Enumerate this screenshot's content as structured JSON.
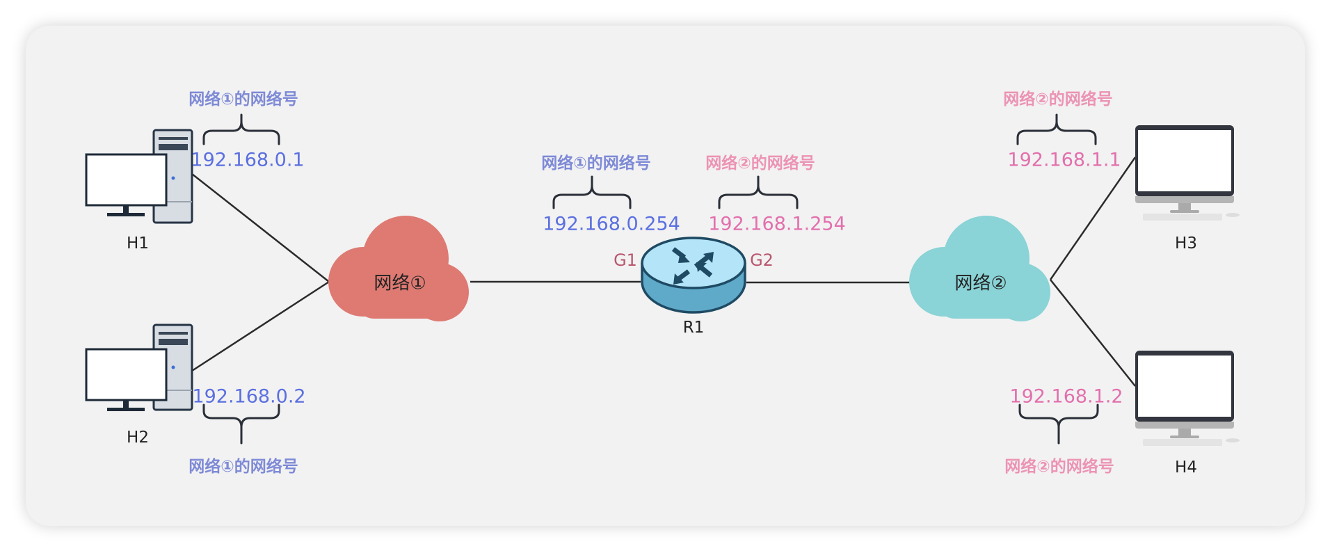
{
  "hosts": {
    "h1": "H1",
    "h2": "H2",
    "h3": "H3",
    "h4": "H4"
  },
  "router": {
    "name": "R1",
    "port_left": "G1",
    "port_right": "G2"
  },
  "networks": {
    "net1": "网络①",
    "net2": "网络②"
  },
  "annotations": {
    "h1": {
      "label": "网络①的网络号",
      "ip": "192.168.0.1"
    },
    "h2": {
      "label": "网络①的网络号",
      "ip": "192.168.0.2"
    },
    "r1_g1": {
      "label": "网络①的网络号",
      "ip": "192.168.0.254"
    },
    "r1_g2": {
      "label": "网络②的网络号",
      "ip": "192.168.1.254"
    },
    "h3": {
      "label": "网络②的网络号",
      "ip": "192.168.1.1"
    },
    "h4": {
      "label": "网络②的网络号",
      "ip": "192.168.1.2"
    }
  },
  "colors": {
    "net1_cloud": "#de7a72",
    "net2_cloud": "#8ad3d6",
    "router": "#b3e4f7",
    "net1_text": "#5b6fe0",
    "net2_text": "#e270ad"
  }
}
